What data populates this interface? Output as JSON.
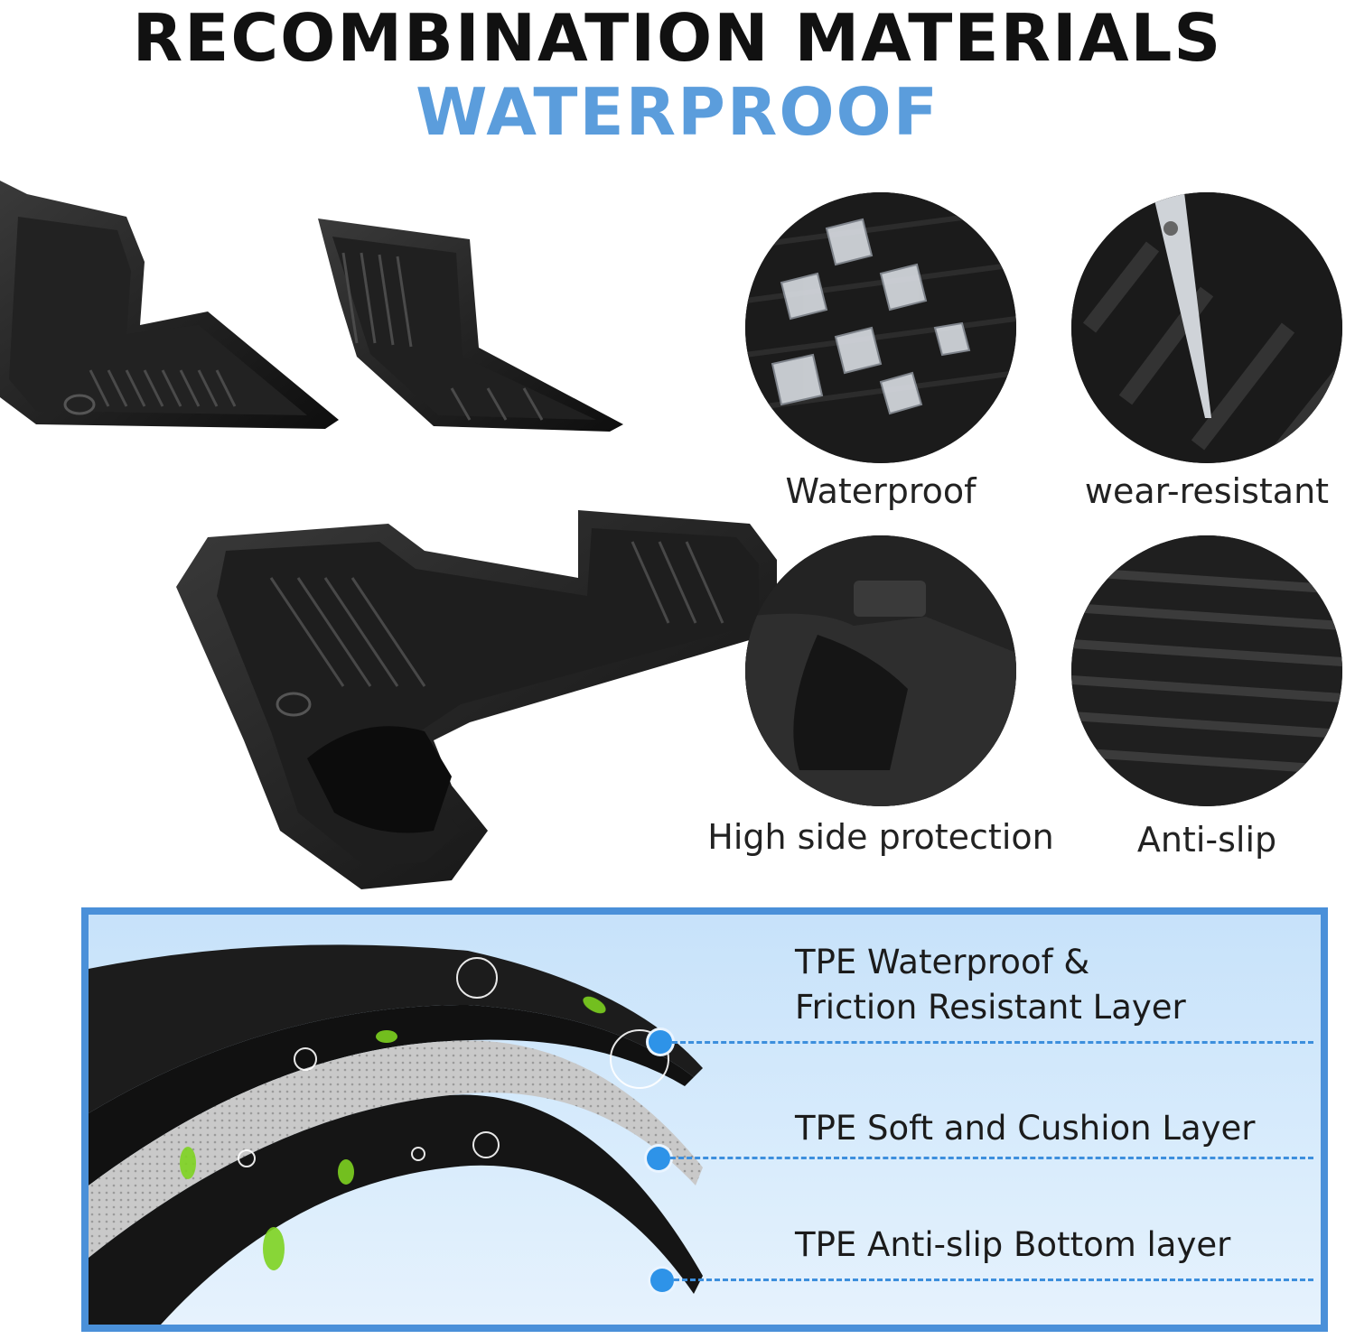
{
  "header": {
    "title": "RECOMBINATION MATERIALS",
    "subtitle": "WATERPROOF"
  },
  "features": [
    {
      "label": "Waterproof",
      "icon": "ice-cubes-on-mat"
    },
    {
      "label": "wear-resistant",
      "icon": "scissors-on-mat"
    },
    {
      "label": "High side protection",
      "icon": "raised-edge-mat"
    },
    {
      "label": "Anti-slip",
      "icon": "textured-ridges"
    }
  ],
  "layers": {
    "top": {
      "line1": "TPE Waterproof &",
      "line2": "Friction Resistant Layer"
    },
    "middle": {
      "label": "TPE Soft and Cushion Layer"
    },
    "bottom": {
      "label": "TPE Anti-slip Bottom layer"
    }
  },
  "colors": {
    "accent": "#5b9ddc",
    "panel_border": "#4a90d9",
    "dot": "#2e93e8"
  }
}
